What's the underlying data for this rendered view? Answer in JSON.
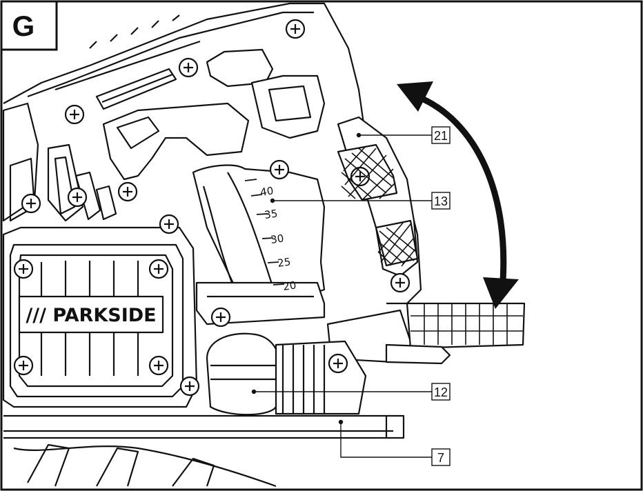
{
  "figure": {
    "letter": "G",
    "brand": "/// PARKSIDE",
    "scale_marks": [
      "40",
      "35",
      "30",
      "25",
      "20"
    ],
    "callouts": [
      {
        "id": "c21",
        "label": "21"
      },
      {
        "id": "c13",
        "label": "13"
      },
      {
        "id": "c12",
        "label": "12"
      },
      {
        "id": "c7",
        "label": "7"
      }
    ]
  }
}
